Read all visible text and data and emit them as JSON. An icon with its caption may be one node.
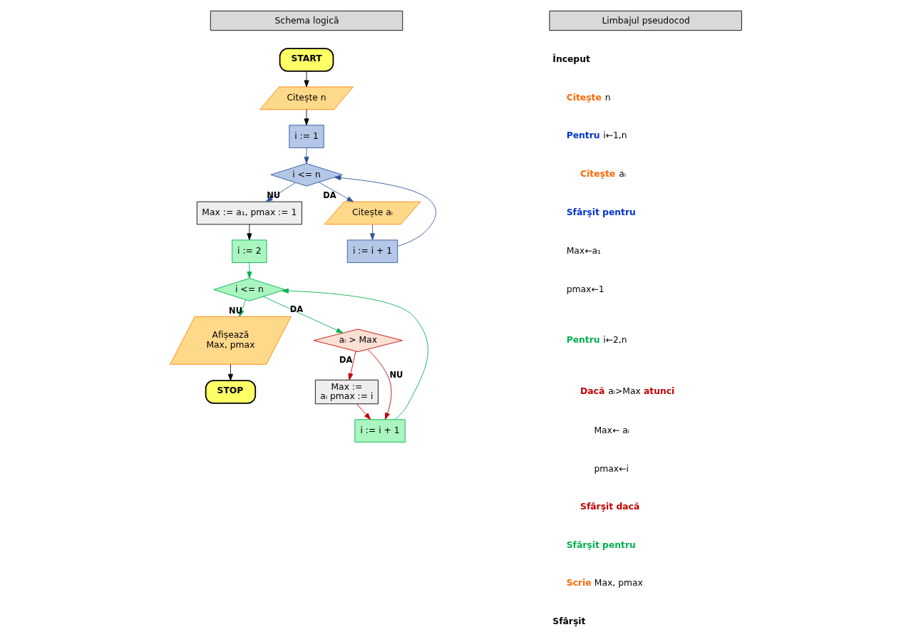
{
  "diagram": {
    "nodes": [
      {
        "text": [
          "START"
        ]
      },
      {
        "text": [
          "Citește n"
        ]
      },
      {
        "text": [
          "i := 1"
        ]
      },
      {
        "text": [
          "i <= n"
        ]
      },
      {
        "text": [
          "Max := a₁, pmax := 1"
        ]
      },
      {
        "text": [
          "Citește aᵢ"
        ]
      },
      {
        "text": [
          "i := i + 1"
        ]
      },
      {
        "text": [
          "i := 2"
        ]
      },
      {
        "text": [
          "i <= n"
        ]
      },
      {
        "text": [
          "Afișează Max, pmax"
        ]
      },
      {
        "text": [
          "aᵢ > Max"
        ]
      },
      {
        "text": [
          "STOP"
        ]
      },
      {
        "text": [
          "Max := aᵢ pmax := i"
        ]
      },
      {
        "text": [
          "i := i + 1"
        ]
      }
    ],
    "edges": [
      {
        "from": 0,
        "to": 1,
        "arrow": "to",
        "color": "#000000"
      },
      {
        "from": 1,
        "to": 2,
        "arrow": "to",
        "color": "#000000"
      },
      {
        "from": 2,
        "to": 3,
        "arrow": "to",
        "color": "#2f5597"
      },
      {
        "from": 3,
        "to": 4,
        "arrow": "to",
        "label": "NU",
        "color": "#2f5597"
      },
      {
        "from": 3,
        "to": 5,
        "arrow": "to",
        "label": "DA",
        "color": "#2f5597"
      },
      {
        "from": 5,
        "to": 6,
        "arrow": "to",
        "color": "#2f5597"
      },
      {
        "from": 6,
        "to": 3,
        "arrow": "to",
        "color": "#2f5597"
      },
      {
        "from": 4,
        "to": 7,
        "arrow": "to",
        "color": "#000000"
      },
      {
        "from": 7,
        "to": 8,
        "arrow": "to",
        "color": "#00b050"
      },
      {
        "from": 8,
        "to": 9,
        "arrow": "to",
        "label": "NU",
        "color": "#00b050"
      },
      {
        "from": 8,
        "to": 10,
        "arrow": "to",
        "label": "DA",
        "color": "#00b050"
      },
      {
        "from": 9,
        "to": 11,
        "arrow": "to",
        "color": "#000000"
      },
      {
        "from": 10,
        "to": 12,
        "arrow": "to",
        "label": "DA",
        "color": "#c00000"
      },
      {
        "from": 10,
        "to": 13,
        "arrow": "to",
        "label": "NU",
        "color": "#c00000"
      },
      {
        "from": 12,
        "to": 13,
        "arrow": "to",
        "color": "#c00000"
      },
      {
        "from": 13,
        "to": 8,
        "arrow": "to",
        "color": "#00b050"
      }
    ],
    "labels": [
      "Schema logică",
      "Limbajul pseudocod",
      "**Început**",
      "**Citeşte** n",
      "**Pentru** i←1,n",
      "**Citeşte** aᵢ",
      "**Sfârşit pentru**",
      "Max←a₁",
      "pmax←1",
      "**Pentru** i←2,n",
      "**Dacă** aᵢ>Max **atunci**",
      "Max← aᵢ",
      "pmax←i",
      "**Sfârşit dacă**",
      "**Sfârşit pentru**",
      "**Scrie** Max, pmax",
      "**Sfârşit**"
    ]
  }
}
